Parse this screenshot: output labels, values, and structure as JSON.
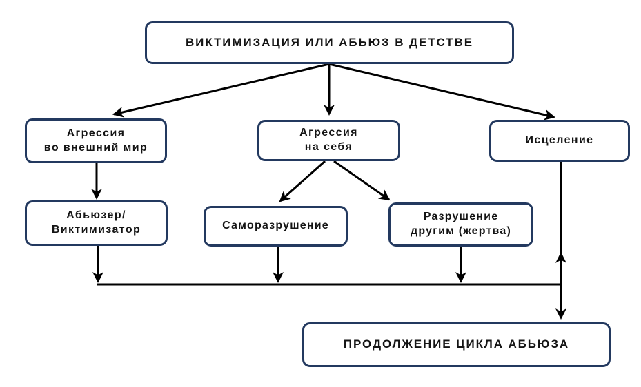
{
  "title": "Cycle of abuse flowchart",
  "colors": {
    "background": "#ffffff",
    "box_border": "#23395f",
    "box_fill": "#ffffff",
    "text": "#141414",
    "arrow": "#000000"
  },
  "nodes": {
    "root": {
      "label": "ВИКТИМИЗАЦИЯ ИЛИ АБЬЮЗ В ДЕТСТВЕ"
    },
    "aggression_outward": {
      "line1": "Агрессия",
      "line2": "во внешний мир"
    },
    "aggression_self": {
      "line1": "Агрессия",
      "line2": "на себя"
    },
    "healing": {
      "label": "Исцеление"
    },
    "abuser": {
      "line1": "Абьюзер/",
      "line2": "Виктимизатор"
    },
    "self_destruction": {
      "label": "Саморазрушение"
    },
    "destruction_by_others": {
      "line1": "Разрушение",
      "line2": "другим (жертва)"
    },
    "cycle_continuation": {
      "label": "ПРОДОЛЖЕНИЕ ЦИКЛА АБЬЮЗА"
    }
  },
  "edges": [
    {
      "from": "root",
      "to": "aggression_outward"
    },
    {
      "from": "root",
      "to": "aggression_self"
    },
    {
      "from": "root",
      "to": "healing"
    },
    {
      "from": "aggression_outward",
      "to": "abuser"
    },
    {
      "from": "aggression_self",
      "to": "self_destruction"
    },
    {
      "from": "aggression_self",
      "to": "destruction_by_others"
    },
    {
      "from": "abuser",
      "to": "collector_line"
    },
    {
      "from": "self_destruction",
      "to": "collector_line"
    },
    {
      "from": "destruction_by_others",
      "to": "collector_line"
    },
    {
      "from": "collector_line",
      "to": "cycle_continuation"
    },
    {
      "from": "collector_line",
      "to": "healing"
    }
  ]
}
